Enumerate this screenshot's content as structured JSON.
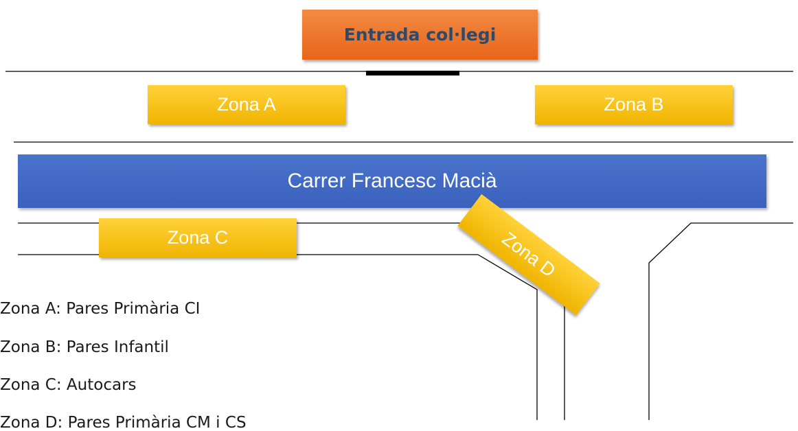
{
  "entrance": {
    "label": "Entrada col·legi",
    "color": "#ee7a2c"
  },
  "street": {
    "label": "Carrer Francesc Macià",
    "color": "#4169c5"
  },
  "zones": {
    "a": "Zona A",
    "b": "Zona B",
    "c": "Zona C",
    "d": "Zona D",
    "color": "#f7c21a"
  },
  "legend": [
    "Zona A: Pares Primària CI",
    "Zona B: Pares Infantil",
    "Zona C: Autocars",
    "Zona D: Pares Primària CM i CS"
  ]
}
